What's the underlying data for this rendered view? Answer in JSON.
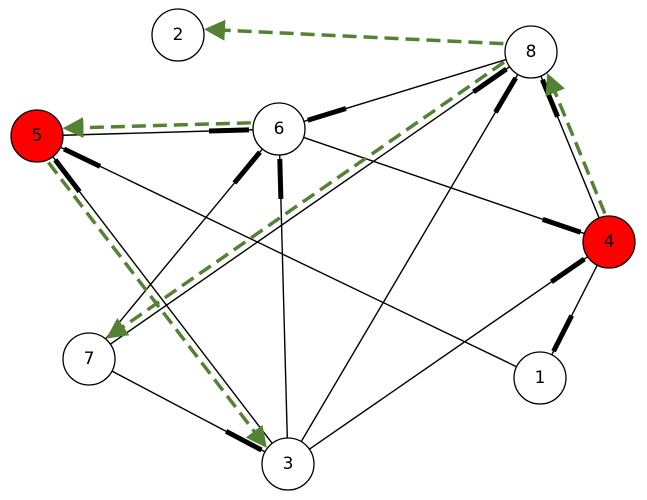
{
  "colors": {
    "node_default": "#ffffff",
    "node_highlight": "#ff0000",
    "arrow": "#548235",
    "edge": "#000000"
  },
  "nodes": [
    {
      "id": "1",
      "label": "1",
      "highlighted": false
    },
    {
      "id": "2",
      "label": "2",
      "highlighted": false
    },
    {
      "id": "3",
      "label": "3",
      "highlighted": false
    },
    {
      "id": "4",
      "label": "4",
      "highlighted": true
    },
    {
      "id": "5",
      "label": "5",
      "highlighted": true
    },
    {
      "id": "6",
      "label": "6",
      "highlighted": false
    },
    {
      "id": "7",
      "label": "7",
      "highlighted": false
    },
    {
      "id": "8",
      "label": "8",
      "highlighted": false
    }
  ],
  "edges": [
    {
      "from": "5",
      "to": "6",
      "bold_end": "6"
    },
    {
      "from": "5",
      "to": "1",
      "bold_end": "5"
    },
    {
      "from": "5",
      "to": "3",
      "bold_end": "5"
    },
    {
      "from": "6",
      "to": "8",
      "bold_end": "6"
    },
    {
      "from": "6",
      "to": "4",
      "bold_end": "4"
    },
    {
      "from": "6",
      "to": "3",
      "bold_end": "6"
    },
    {
      "from": "6",
      "to": "7",
      "bold_end": "6"
    },
    {
      "from": "7",
      "to": "8",
      "bold_end": "8"
    },
    {
      "from": "7",
      "to": "3",
      "bold_end": "3"
    },
    {
      "from": "8",
      "to": "3",
      "bold_end": "8"
    },
    {
      "from": "8",
      "to": "4",
      "bold_end": "8"
    },
    {
      "from": "4",
      "to": "3",
      "bold_end": "4"
    },
    {
      "from": "4",
      "to": "1",
      "bold_end": "1"
    }
  ],
  "directed_arrows": [
    {
      "from": "8",
      "to": "2"
    },
    {
      "from": "6",
      "to": "5"
    },
    {
      "from": "5",
      "to": "3"
    },
    {
      "from": "8",
      "to": "7"
    },
    {
      "from": "4",
      "to": "8"
    }
  ]
}
